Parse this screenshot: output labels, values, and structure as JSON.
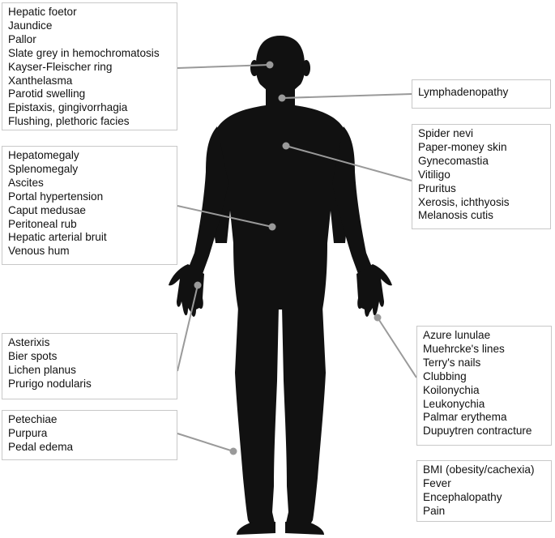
{
  "colors": {
    "silhouette": "#111111",
    "leader_line": "#9a9a9a",
    "box_border": "#c8c8c8"
  },
  "boxes": {
    "head": {
      "items": [
        "Hepatic foetor",
        "Jaundice",
        "Pallor",
        "Slate grey in hemochromatosis",
        "Kayser-Fleischer ring",
        "Xanthelasma",
        "Parotid swelling",
        "Epistaxis, gingivorrhagia",
        "Flushing, plethoric facies"
      ]
    },
    "neck": {
      "items": [
        "Lymphadenopathy"
      ]
    },
    "skin": {
      "items": [
        "Spider nevi",
        "Paper-money skin",
        "Gynecomastia",
        "Vitiligo",
        "Pruritus",
        "Xerosis, ichthyosis",
        "Melanosis cutis"
      ]
    },
    "abdomen": {
      "items": [
        "Hepatomegaly",
        "Splenomegaly",
        "Ascites",
        "Portal hypertension",
        "Caput medusae",
        "Peritoneal rub",
        "Hepatic arterial bruit",
        "Venous hum"
      ]
    },
    "hands": {
      "items": [
        "Asterixis",
        "Bier spots",
        "Lichen planus",
        "Prurigo nodularis"
      ]
    },
    "legs": {
      "items": [
        "Petechiae",
        "Purpura",
        "Pedal edema"
      ]
    },
    "nails": {
      "items": [
        "Azure lunulae",
        "Muehrcke's lines",
        "Terry's nails",
        "Clubbing",
        "Koilonychia",
        "Leukonychia",
        "Palmar erythema",
        "Dupuytren contracture"
      ]
    },
    "general": {
      "items": [
        "BMI (obesity/cachexia)",
        "Fever",
        "Encephalopathy",
        "Pain"
      ]
    }
  }
}
